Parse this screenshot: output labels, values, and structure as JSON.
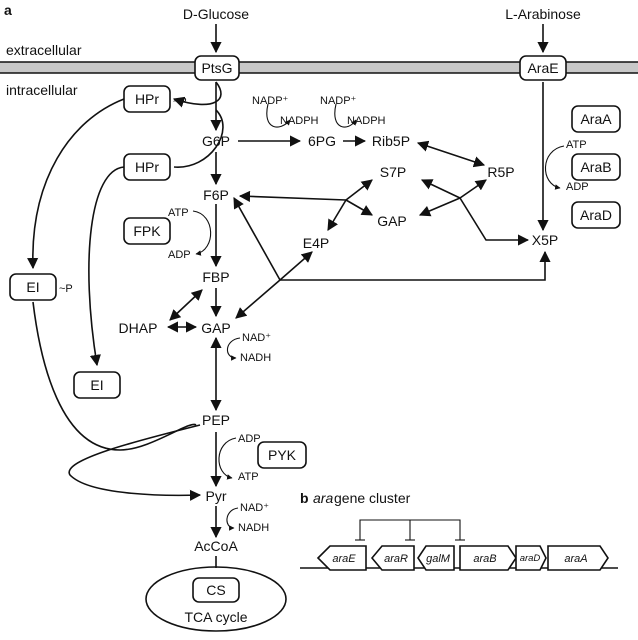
{
  "panel_a": "a",
  "panel_b": "b",
  "regions": {
    "extracellular": "extracellular",
    "intracellular": "intracellular"
  },
  "substrates": {
    "glucose": "D-Glucose",
    "arabinose": "L-Arabinose"
  },
  "proteins": {
    "ptsg": "PtsG",
    "arae": "AraE",
    "hpr_p": "HPr",
    "hpr": "HPr",
    "ei_p": "EI",
    "ei": "EI",
    "phospho": "~P",
    "fpk": "FPK",
    "pyk": "PYK",
    "cs": "CS",
    "araa": "AraA",
    "arab": "AraB",
    "arad": "AraD"
  },
  "metabolites": {
    "g6p": "G6P",
    "sixpg": "6PG",
    "rib5p": "Rib5P",
    "r5p": "R5P",
    "s7p": "S7P",
    "gap_ppp": "GAP",
    "f6p": "F6P",
    "e4p": "E4P",
    "x5p": "X5P",
    "fbp": "FBP",
    "dhap": "DHAP",
    "gap": "GAP",
    "pep": "PEP",
    "pyr": "Pyr",
    "accoa": "AcCoA",
    "tca": "TCA cycle"
  },
  "cofactors": {
    "nadp1": "NADP⁺",
    "nadph1": "NADPH",
    "nadp2": "NADP⁺",
    "nadph2": "NADPH",
    "atp_fpk": "ATP",
    "adp_fpk": "ADP",
    "nad_gap": "NAD⁺",
    "nadh_gap": "NADH",
    "adp_pyk": "ADP",
    "atp_pyk": "ATP",
    "nad_pyr": "NAD⁺",
    "nadh_pyr": "NADH",
    "atp_arab": "ATP",
    "adp_arab": "ADP"
  },
  "gene_cluster": {
    "title_prefix": "ara",
    "title_suffix": " gene cluster",
    "genes": [
      "araE",
      "araR",
      "galM",
      "araB",
      "araD",
      "araA"
    ]
  }
}
